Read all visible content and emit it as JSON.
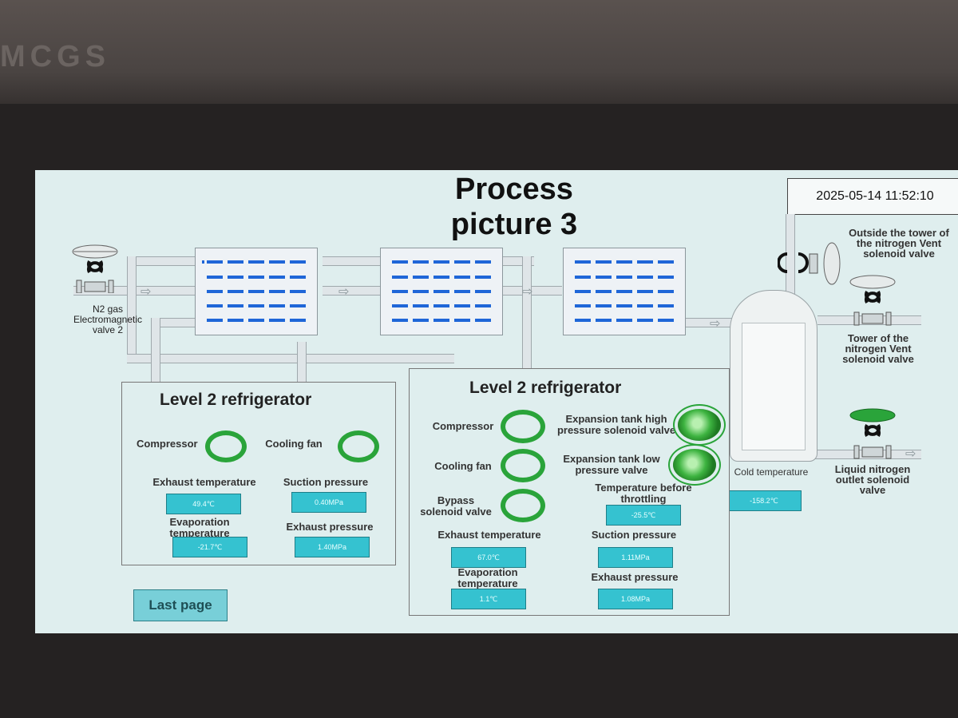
{
  "bezel": {
    "brand": "MCGS"
  },
  "screen": {
    "title_line1": "Process",
    "title_line2": "picture 3",
    "datetime": "2025-05-14 11:52:10"
  },
  "valves": {
    "n2_gas": "N2 gas Electromagnetic valve 2",
    "outside_tower_vent": "Outside the tower of the nitrogen Vent solenoid valve",
    "tower_vent": "Tower of the nitrogen Vent solenoid valve",
    "liquid_outlet": "Liquid nitrogen outlet solenoid valve"
  },
  "cold": {
    "label": "Cold temperature",
    "value": "-158.2℃"
  },
  "left_panel": {
    "title": "Level 2 refrigerator",
    "compressor_label": "Compressor",
    "cooling_fan_label": "Cooling fan",
    "exhaust_temp_label": "Exhaust temperature",
    "exhaust_temp_value": "49.4℃",
    "suction_pressure_label": "Suction pressure",
    "suction_pressure_value": "0.40MPa",
    "evaporation_temp_label": "Evaporation temperature",
    "evaporation_temp_value": "-21.7℃",
    "exhaust_pressure_label": "Exhaust pressure",
    "exhaust_pressure_value": "1.40MPa"
  },
  "right_panel": {
    "title": "Level 2 refrigerator",
    "compressor_label": "Compressor",
    "cooling_fan_label": "Cooling fan",
    "bypass_label": "Bypass solenoid valve",
    "exp_high_label": "Expansion tank high pressure solenoid valve",
    "exp_low_label": "Expansion tank low pressure valve",
    "temp_before_throttling_label": "Temperature before throttling",
    "temp_before_throttling_value": "-25.5℃",
    "exhaust_temp_label": "Exhaust temperature",
    "exhaust_temp_value": "67.0℃",
    "suction_pressure_label": "Suction pressure",
    "suction_pressure_value": "1.11MPa",
    "evaporation_temp_label": "Evaporation temperature",
    "evaporation_temp_value": "1.1℃",
    "exhaust_pressure_label": "Exhaust pressure",
    "exhaust_pressure_value": "1.08MPa"
  },
  "nav": {
    "last_page": "Last page"
  },
  "colors": {
    "value_box": "#35c2d0",
    "running": "#2aa43a",
    "screen_bg": "#dfeeee"
  }
}
